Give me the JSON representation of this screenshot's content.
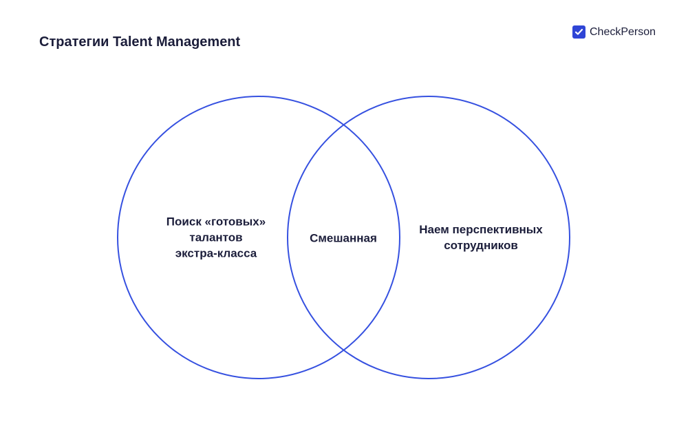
{
  "title": "Стратегии Talent Management",
  "logo": {
    "text": "CheckPerson",
    "color": "#2f45d6"
  },
  "venn": {
    "stroke_color": "#3550e0",
    "left": [
      "Поиск «готовых»",
      "талантов",
      "экстра-класса"
    ],
    "center": "Смешанная",
    "right": [
      "Наем перспективных",
      "сотрудников"
    ]
  }
}
